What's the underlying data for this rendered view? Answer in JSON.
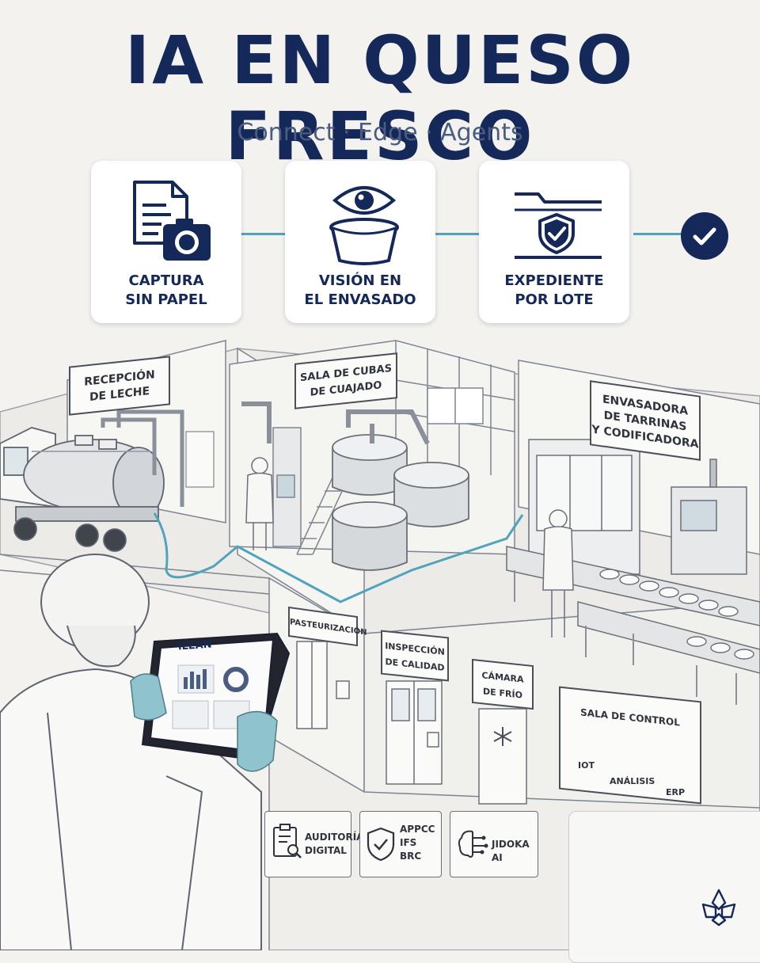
{
  "header": {
    "title": "IA EN QUESO FRESCO",
    "subtitle": "Connect · Edge · Agents"
  },
  "steps": [
    {
      "line1": "CAPTURA",
      "line2": "SIN PAPEL",
      "icon": "document-camera-icon"
    },
    {
      "line1": "VISIÓN EN",
      "line2": "EL ENVASADO",
      "icon": "eye-tub-icon"
    },
    {
      "line1": "EXPEDIENTE",
      "line2": "POR LOTE",
      "icon": "folder-shield-icon"
    }
  ],
  "zones": {
    "reception": {
      "line1": "RECEPCIÓN",
      "line2": "DE LECHE"
    },
    "vats": {
      "line1": "SALA DE CUBAS",
      "line2": "DE CUAJADO"
    },
    "packaging": {
      "line1": "ENVASADORA",
      "line2": "DE TARRINAS",
      "line3": "Y CODIFICADORA"
    },
    "pasteurization": {
      "line1": "PASTEURIZACIÓN"
    },
    "quality": {
      "line1": "INSPECCIÓN",
      "line2": "DE CALIDAD"
    },
    "cold": {
      "line1": "CÁMARA",
      "line2": "DE FRÍO"
    },
    "control": {
      "title": "SALA DE CONTROL",
      "items": [
        "IOT",
        "ANÁLISIS",
        "ERP"
      ]
    }
  },
  "tablet": {
    "brand": "iLEAN"
  },
  "badges": [
    {
      "lines": [
        "AUDITORÍA",
        "DIGITAL"
      ],
      "icon": "clipboard-search-icon"
    },
    {
      "lines": [
        "APPCC",
        "IFS",
        "BRC"
      ],
      "icon": "shield-check-icon"
    },
    {
      "lines": [
        "JIDOKA AI"
      ],
      "icon": "brain-circuit-icon"
    }
  ],
  "colors": {
    "navy": "#15285a",
    "accent": "#4fa3bd",
    "glove": "#8fc4cf"
  }
}
